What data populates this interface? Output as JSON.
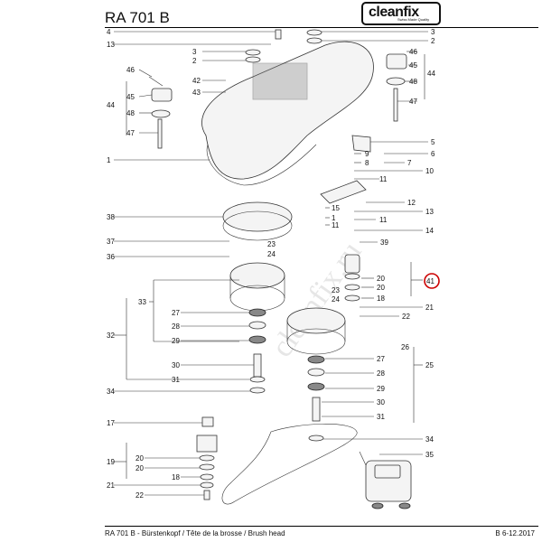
{
  "header": {
    "title": "RA 701 B",
    "logo_text": "cleanfix",
    "logo_subtext": "Swiss Made Quality"
  },
  "footer": {
    "left": "RA 701 B - Bürstenkopf / Tête de la brosse / Brush head",
    "right": "B 6-12.2017"
  },
  "watermark": "cleanfix.ru",
  "highlight": {
    "label": "41",
    "color": "#cc0000"
  },
  "left_labels": [
    "4",
    "13",
    "3",
    "2",
    "46",
    "45",
    "44",
    "48",
    "47",
    "42",
    "43",
    "1",
    "38",
    "37",
    "36",
    "33",
    "27",
    "28",
    "29",
    "32",
    "30",
    "31",
    "34",
    "17",
    "19",
    "20",
    "20",
    "18",
    "21",
    "22"
  ],
  "right_labels": [
    "3",
    "2",
    "46",
    "45",
    "44",
    "48",
    "47",
    "5",
    "6",
    "7",
    "9",
    "8",
    "10",
    "11",
    "12",
    "15",
    "13",
    "1",
    "11",
    "11",
    "14",
    "39",
    "20",
    "20",
    "18",
    "21",
    "22",
    "26",
    "25",
    "27",
    "28",
    "29",
    "30",
    "31",
    "34",
    "35",
    "23",
    "24",
    "23",
    "24"
  ]
}
